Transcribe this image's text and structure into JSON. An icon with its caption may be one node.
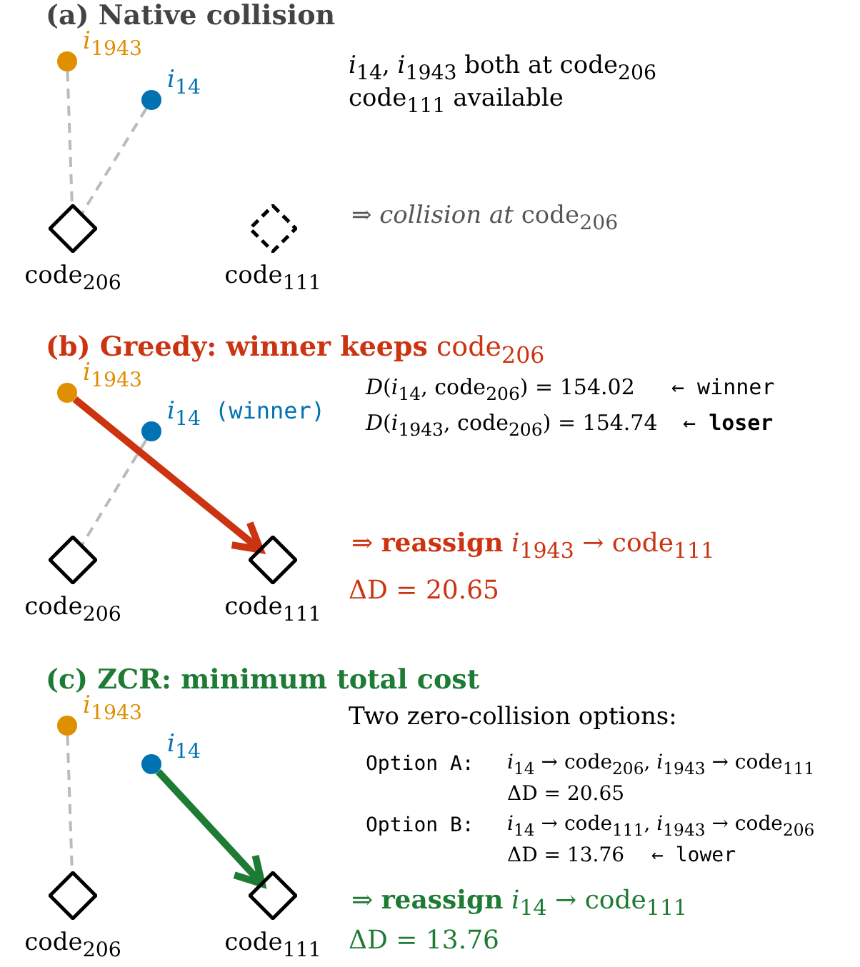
{
  "diagram": {
    "nodes": [
      {
        "text": [
          "*i*$_{1943}$"
        ]
      },
      {
        "text": [
          "*i*$_{14}$"
        ]
      },
      {
        "text": [
          "code$_{206}$"
        ]
      },
      {
        "text": [
          "code$_{111}$"
        ]
      },
      {
        "text": [
          "*i*$_{1943}$"
        ]
      },
      {
        "text": [
          "*i*$_{14}$"
        ],
        "beside": [
          "(winner)"
        ]
      },
      {
        "text": [
          "code$_{206}$"
        ]
      },
      {
        "text": [
          "code$_{111}$"
        ]
      },
      {
        "text": [
          "*i*$_{1943}$"
        ]
      },
      {
        "text": [
          "*i*$_{14}$"
        ]
      },
      {
        "text": [
          "code$_{206}$"
        ]
      },
      {
        "text": [
          "code$_{111}$"
        ]
      }
    ],
    "edges": [
      {
        "from": 0,
        "to": 2,
        "arrow": "none",
        "style": "dashed"
      },
      {
        "from": 1,
        "to": 2,
        "arrow": "none",
        "style": "dashed"
      },
      {
        "from": 5,
        "to": 6,
        "arrow": "none",
        "style": "dashed"
      },
      {
        "from": 4,
        "to": 7,
        "arrow": "to",
        "style": "thick",
        "color": "#cc3311"
      },
      {
        "from": 8,
        "to": 10,
        "arrow": "none",
        "style": "dashed"
      },
      {
        "from": 9,
        "to": 11,
        "arrow": "to",
        "style": "thick",
        "color": "#1e7b34"
      }
    ],
    "labels": [
      "(a) Native collision",
      "*i*$_{14}$, *i*$_{1943}$ both at code$_{206}$",
      "code$_{111}$ available",
      "⇒ *collision at* code$_{206}$",
      "**(b) Greedy: winner keeps** code$_{206}$",
      "*D*(*i*$_{14}$, code$_{206}$) = 154.02",
      "← winner",
      "*D*(*i*$_{1943}$, code$_{206}$) = 154.74",
      "← **loser**",
      "⇒ **reassign** *i*$_{1943}$ → code$_{111}$",
      "ΔD = 20.65",
      "(c) ZCR: minimum total cost",
      "Two zero-collision options:",
      "Option A:",
      "*i*$_{14}$ → code$_{206}$, *i*$_{1943}$ → code$_{111}$",
      "ΔD = 20.65",
      "Option B:",
      "*i*$_{14}$ → code$_{111}$, *i*$_{1943}$ → code$_{206}$",
      "ΔD = 13.76",
      "← lower",
      "⇒ **reassign** *i*$_{14}$ → code$_{111}$",
      "ΔD = 13.76"
    ]
  }
}
